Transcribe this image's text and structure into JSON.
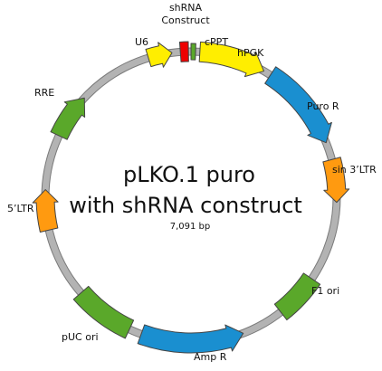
{
  "diagram": {
    "title_line1": "pLKO.1 puro",
    "title_line2": "with shRNA construct",
    "size_label": "7,091 bp"
  },
  "colors": {
    "backbone": "#b3b3b3",
    "backbone_edge": "#7a7a7a",
    "green": "#5aa82a",
    "yellow": "#ffee00",
    "blue": "#1a8fd0",
    "orange": "#ff9a10",
    "red": "#ee0000",
    "outline": "#444444"
  },
  "features": [
    {
      "id": "u6",
      "label": "U6",
      "color": "yellow",
      "dir": 1
    },
    {
      "id": "shrna",
      "label_line1": "shRNA",
      "label_line2": "Construct",
      "color": "red",
      "dir": 0
    },
    {
      "id": "cppt",
      "label": "cPPT",
      "color": "green",
      "dir": 0
    },
    {
      "id": "hpgk",
      "label": "hPGK",
      "color": "yellow",
      "dir": 1
    },
    {
      "id": "puror",
      "label": "Puro R",
      "color": "blue",
      "dir": 1
    },
    {
      "id": "sin3ltr",
      "label": "sin 3’LTR",
      "color": "orange",
      "dir": 1
    },
    {
      "id": "f1ori",
      "label": "F1 ori",
      "color": "green",
      "dir": 0
    },
    {
      "id": "ampr",
      "label": "Amp R",
      "color": "blue",
      "dir": -1
    },
    {
      "id": "pucori",
      "label": "pUC ori",
      "color": "green",
      "dir": 0
    },
    {
      "id": "5ltr",
      "label": "5’LTR",
      "color": "orange",
      "dir": 1
    },
    {
      "id": "rre",
      "label": "RRE",
      "color": "green",
      "dir": 1
    }
  ]
}
